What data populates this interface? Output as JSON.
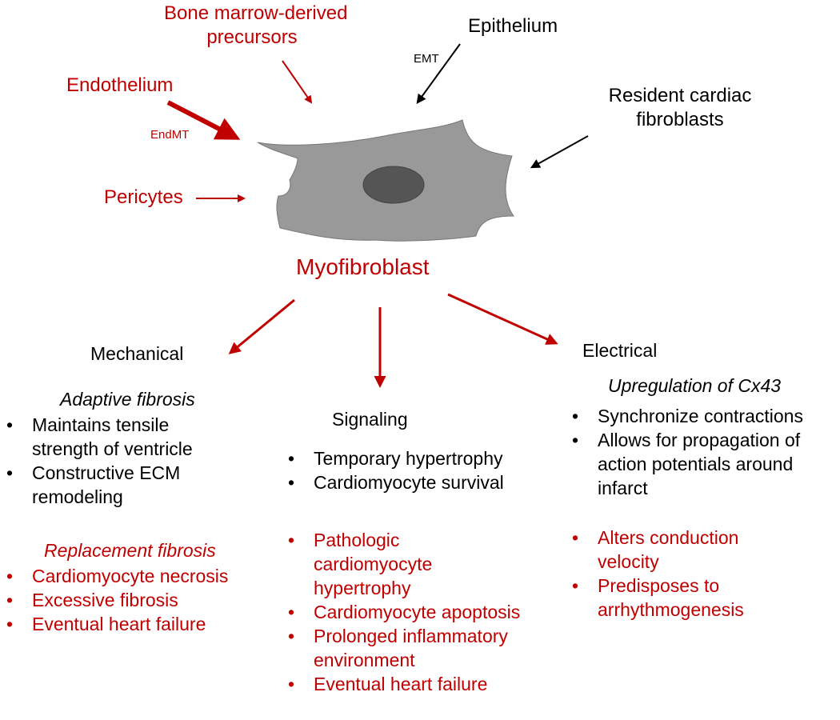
{
  "colors": {
    "red": "#c00000",
    "black": "#000000",
    "cell_fill": "#999999",
    "nucleus_fill": "#555555"
  },
  "sources": {
    "bone_marrow": [
      "Bone marrow-derived",
      "precursors"
    ],
    "epithelium": "Epithelium",
    "emt": "EMT",
    "endothelium": "Endothelium",
    "endmt": "EndMT",
    "resident": [
      "Resident cardiac",
      "fibroblasts"
    ],
    "pericytes": "Pericytes"
  },
  "center_label": "Myofibroblast",
  "mechanical": {
    "title": "Mechanical",
    "adaptive_heading": "Adaptive fibrosis",
    "adaptive_items": [
      "Maintains tensile strength of ventricle",
      "Constructive ECM remodeling"
    ],
    "replacement_heading": "Replacement fibrosis",
    "replacement_items": [
      "Cardiomyocyte necrosis",
      "Excessive fibrosis",
      "Eventual heart failure"
    ]
  },
  "signaling": {
    "title": "Signaling",
    "items": [
      "Temporary hypertrophy",
      "Cardiomyocyte survival"
    ],
    "bad_items": [
      "Pathologic cardiomyocyte hypertrophy",
      "Cardiomyocyte apoptosis",
      "Prolonged inflammatory environment",
      "Eventual heart failure"
    ]
  },
  "electrical": {
    "title": "Electrical",
    "heading": "Upregulation of Cx43",
    "items": [
      "Synchronize contractions",
      "Allows for propagation of action potentials around infarct"
    ],
    "bad_items": [
      "Alters conduction velocity",
      "Predisposes to arrhythmogenesis"
    ]
  }
}
